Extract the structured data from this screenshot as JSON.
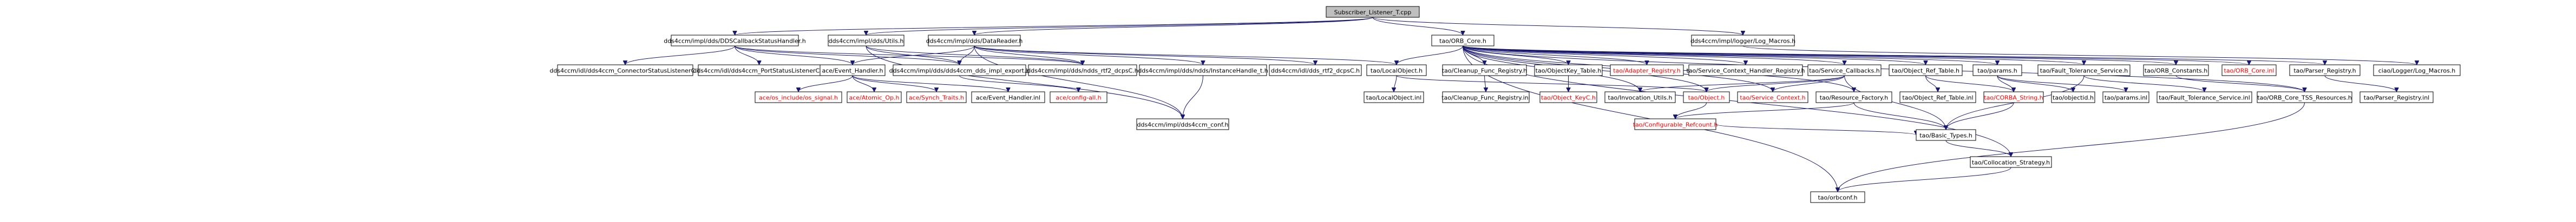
{
  "diagram": {
    "title": "",
    "colors": {
      "edge": "#191970",
      "root_fill": "#bfbfbf",
      "node_fill": "#ffffff",
      "text_default": "#000000",
      "text_unresolved": "#ff0000"
    },
    "nodes": [
      {
        "id": "root",
        "label": "Subscriber_Listener_T.cpp",
        "kind": "root"
      },
      {
        "id": "dds_callback_status",
        "label": "dds4ccm/impl/dds/DDSCallbackStatusHandler.h"
      },
      {
        "id": "utils",
        "label": "dds4ccm/impl/dds/Utils.h"
      },
      {
        "id": "datareader",
        "label": "dds4ccm/impl/dds/DataReader.h"
      },
      {
        "id": "orb_core",
        "label": "tao/ORB_Core.h"
      },
      {
        "id": "logger_macros",
        "label": "dds4ccm/impl/logger/Log_Macros.h"
      },
      {
        "id": "conn_status_listener",
        "label": "dds4ccm/idl/dds4ccm_ConnectorStatusListenerC.h"
      },
      {
        "id": "port_status_listener",
        "label": "dds4ccm/idl/dds4ccm_PortStatusListenerC.h"
      },
      {
        "id": "event_handler_h",
        "label": "ace/Event_Handler.h"
      },
      {
        "id": "dds_impl_export",
        "label": "dds4ccm/impl/dds/dds4ccm_dds_impl_export.h"
      },
      {
        "id": "ndds_rtf2",
        "label": "dds4ccm/impl/dds/ndds_rtf2_dcpsC.h"
      },
      {
        "id": "instance_handle",
        "label": "dds4ccm/impl/dds/ndds/InstanceHandle_t.h"
      },
      {
        "id": "idl_rtf2",
        "label": "dds4ccm/idl/dds_rtf2_dcpsC.h"
      },
      {
        "id": "local_object_h",
        "label": "tao/LocalObject.h"
      },
      {
        "id": "cleanup_func_registry_h",
        "label": "tao/Cleanup_Func_Registry.h"
      },
      {
        "id": "objectkey_table",
        "label": "tao/ObjectKey_Table.h"
      },
      {
        "id": "adapter_registry",
        "label": "tao/Adapter_Registry.h",
        "unresolved": true
      },
      {
        "id": "service_ctx_handler_registry",
        "label": "tao/Service_Context_Handler_Registry.h"
      },
      {
        "id": "service_callbacks",
        "label": "tao/Service_Callbacks.h"
      },
      {
        "id": "object_ref_table_h",
        "label": "tao/Object_Ref_Table.h"
      },
      {
        "id": "params_h",
        "label": "tao/params.h"
      },
      {
        "id": "fault_tolerance_service_h",
        "label": "tao/Fault_Tolerance_Service.h"
      },
      {
        "id": "orb_constants",
        "label": "tao/ORB_Constants.h"
      },
      {
        "id": "orb_core_inl",
        "label": "tao/ORB_Core.inl",
        "unresolved": true
      },
      {
        "id": "parser_registry_h",
        "label": "tao/Parser_Registry.h"
      },
      {
        "id": "logger_log_macros",
        "label": "ciao/Logger/Log_Macros.h"
      },
      {
        "id": "os_signal",
        "label": "ace/os_include/os_signal.h",
        "unresolved": true
      },
      {
        "id": "atomic_op",
        "label": "ace/Atomic_Op.h",
        "unresolved": true
      },
      {
        "id": "synch_traits",
        "label": "ace/Synch_Traits.h",
        "unresolved": true
      },
      {
        "id": "event_handler_inl",
        "label": "ace/Event_Handler.inl"
      },
      {
        "id": "config_all",
        "label": "ace/config-all.h",
        "unresolved": true
      },
      {
        "id": "dds4ccm_conf",
        "label": "dds4ccm/impl/dds4ccm_conf.h"
      },
      {
        "id": "local_object_inl",
        "label": "tao/LocalObject.inl"
      },
      {
        "id": "cleanup_func_registry_inl",
        "label": "tao/Cleanup_Func_Registry.inl"
      },
      {
        "id": "object_keyc",
        "label": "tao/Object_KeyC.h",
        "unresolved": true
      },
      {
        "id": "invocation_utils",
        "label": "tao/Invocation_Utils.h"
      },
      {
        "id": "object_h",
        "label": "tao/Object.h",
        "unresolved": true
      },
      {
        "id": "service_context",
        "label": "tao/Service_Context.h",
        "unresolved": true
      },
      {
        "id": "resource_factory",
        "label": "tao/Resource_Factory.h"
      },
      {
        "id": "object_ref_table_inl",
        "label": "tao/Object_Ref_Table.inl"
      },
      {
        "id": "corba_string",
        "label": "tao/CORBA_String.h",
        "unresolved": true
      },
      {
        "id": "objectid",
        "label": "tao/objectid.h"
      },
      {
        "id": "params_inl",
        "label": "tao/params.inl"
      },
      {
        "id": "fault_tolerance_service_inl",
        "label": "tao/Fault_Tolerance_Service.inl"
      },
      {
        "id": "orb_core_tss_resources",
        "label": "tao/ORB_Core_TSS_Resources.h"
      },
      {
        "id": "parser_registry_inl",
        "label": "tao/Parser_Registry.inl"
      },
      {
        "id": "configurable_refcount",
        "label": "tao/Configurable_Refcount.h",
        "unresolved": true
      },
      {
        "id": "basic_types",
        "label": "tao/Basic_Types.h"
      },
      {
        "id": "collocation_strategy",
        "label": "tao/Collocation_Strategy.h"
      },
      {
        "id": "orbconf",
        "label": "tao/orbconf.h"
      }
    ],
    "edges": [
      [
        "root",
        "dds_callback_status"
      ],
      [
        "root",
        "utils"
      ],
      [
        "root",
        "datareader"
      ],
      [
        "root",
        "orb_core"
      ],
      [
        "root",
        "logger_macros"
      ],
      [
        "dds_callback_status",
        "conn_status_listener"
      ],
      [
        "dds_callback_status",
        "port_status_listener"
      ],
      [
        "dds_callback_status",
        "event_handler_h"
      ],
      [
        "dds_callback_status",
        "dds_impl_export"
      ],
      [
        "dds_callback_status",
        "ndds_rtf2"
      ],
      [
        "utils",
        "dds_impl_export"
      ],
      [
        "utils",
        "ndds_rtf2"
      ],
      [
        "utils",
        "dds4ccm_conf"
      ],
      [
        "datareader",
        "event_handler_h"
      ],
      [
        "datareader",
        "dds_impl_export"
      ],
      [
        "datareader",
        "ndds_rtf2"
      ],
      [
        "datareader",
        "instance_handle"
      ],
      [
        "datareader",
        "idl_rtf2"
      ],
      [
        "datareader",
        "local_object_h"
      ],
      [
        "datareader",
        "dds4ccm_conf"
      ],
      [
        "event_handler_h",
        "os_signal"
      ],
      [
        "event_handler_h",
        "atomic_op"
      ],
      [
        "event_handler_h",
        "synch_traits"
      ],
      [
        "event_handler_h",
        "event_handler_inl"
      ],
      [
        "dds_impl_export",
        "config_all"
      ],
      [
        "instance_handle",
        "dds4ccm_conf"
      ],
      [
        "local_object_h",
        "local_object_inl"
      ],
      [
        "local_object_h",
        "object_h"
      ],
      [
        "orb_core",
        "local_object_h"
      ],
      [
        "orb_core",
        "cleanup_func_registry_h"
      ],
      [
        "orb_core",
        "objectkey_table"
      ],
      [
        "orb_core",
        "adapter_registry"
      ],
      [
        "orb_core",
        "service_ctx_handler_registry"
      ],
      [
        "orb_core",
        "service_callbacks"
      ],
      [
        "orb_core",
        "object_ref_table_h"
      ],
      [
        "orb_core",
        "params_h"
      ],
      [
        "orb_core",
        "fault_tolerance_service_h"
      ],
      [
        "orb_core",
        "orb_constants"
      ],
      [
        "orb_core",
        "orb_core_inl"
      ],
      [
        "orb_core",
        "parser_registry_h"
      ],
      [
        "orb_core",
        "invocation_utils"
      ],
      [
        "orb_core",
        "object_h"
      ],
      [
        "orb_core",
        "service_context"
      ],
      [
        "orb_core",
        "resource_factory"
      ],
      [
        "orb_core",
        "orb_core_tss_resources"
      ],
      [
        "orb_core",
        "collocation_strategy"
      ],
      [
        "orb_core",
        "orbconf"
      ],
      [
        "cleanup_func_registry_h",
        "cleanup_func_registry_inl"
      ],
      [
        "objectkey_table",
        "object_keyc"
      ],
      [
        "service_callbacks",
        "invocation_utils"
      ],
      [
        "service_callbacks",
        "object_h"
      ],
      [
        "service_callbacks",
        "service_context"
      ],
      [
        "service_callbacks",
        "basic_types"
      ],
      [
        "object_ref_table_h",
        "object_ref_table_inl"
      ],
      [
        "object_ref_table_h",
        "corba_string"
      ],
      [
        "params_h",
        "corba_string"
      ],
      [
        "params_h",
        "objectid"
      ],
      [
        "params_h",
        "params_inl"
      ],
      [
        "fault_tolerance_service_h",
        "fault_tolerance_service_inl"
      ],
      [
        "fault_tolerance_service_h",
        "basic_types"
      ],
      [
        "orb_constants",
        "orb_core_tss_resources"
      ],
      [
        "parser_registry_h",
        "parser_registry_inl"
      ],
      [
        "logger_macros",
        "logger_log_macros"
      ],
      [
        "object_h",
        "configurable_refcount"
      ],
      [
        "resource_factory",
        "configurable_refcount"
      ],
      [
        "resource_factory",
        "basic_types"
      ],
      [
        "corba_string",
        "basic_types"
      ],
      [
        "orb_core_tss_resources",
        "orbconf"
      ],
      [
        "configurable_refcount",
        "basic_types"
      ],
      [
        "basic_types",
        "collocation_strategy"
      ],
      [
        "collocation_strategy",
        "orbconf"
      ]
    ]
  }
}
